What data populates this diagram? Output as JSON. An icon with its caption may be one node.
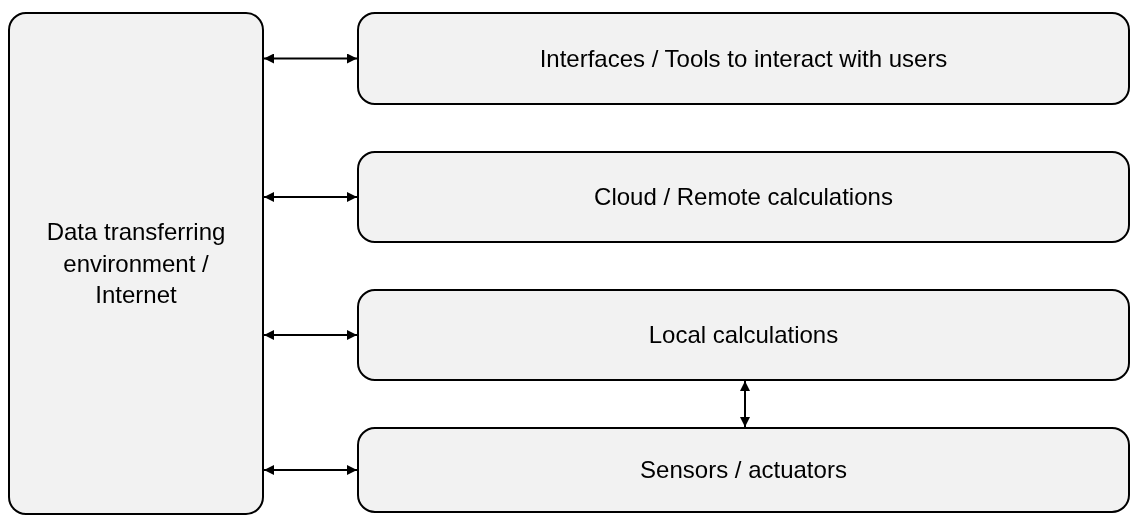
{
  "diagram": {
    "nodes": [
      {
        "text": [
          "Data transferring environment / Internet"
        ]
      },
      {
        "text": [
          "Interfaces / Tools to interact with users"
        ]
      },
      {
        "text": [
          "Cloud / Remote calculations"
        ]
      },
      {
        "text": [
          "Local calculations"
        ]
      },
      {
        "text": [
          "Sensors / actuators"
        ]
      }
    ],
    "edges": [
      {
        "from": 0,
        "to": 1,
        "arrow": "both"
      },
      {
        "from": 0,
        "to": 2,
        "arrow": "both"
      },
      {
        "from": 0,
        "to": 3,
        "arrow": "both"
      },
      {
        "from": 3,
        "to": 4,
        "arrow": "both"
      },
      {
        "from": 0,
        "to": 4,
        "arrow": "both"
      }
    ]
  }
}
